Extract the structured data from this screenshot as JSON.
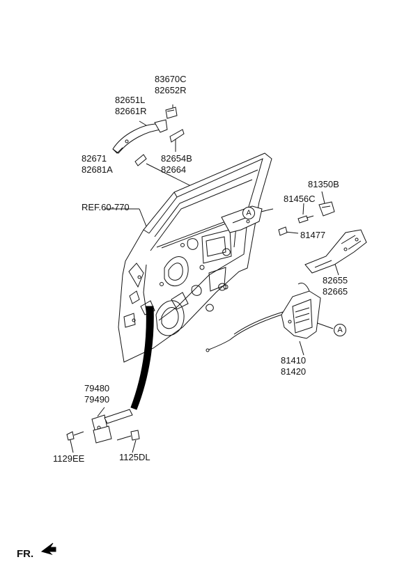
{
  "labels": {
    "p83670": [
      "83670C",
      "82652R"
    ],
    "p82651": [
      "82651L",
      "82661R"
    ],
    "p82654": [
      "82654B",
      "82664"
    ],
    "p82671": [
      "82671",
      "82681A"
    ],
    "ref": "REF.60-770",
    "p81350": "81350B",
    "p81456": "81456C",
    "p81477": "81477",
    "p82655": [
      "82655",
      "82665"
    ],
    "p81410": [
      "81410",
      "81420"
    ],
    "p79480": [
      "79480",
      "79490"
    ],
    "p1129": "1129EE",
    "p1125": "1125DL",
    "fr": "FR."
  },
  "callouts": {
    "a1": "A",
    "a2": "A"
  },
  "colors": {
    "line": "#111111",
    "paper": "#ffffff",
    "cable": "#000000"
  }
}
